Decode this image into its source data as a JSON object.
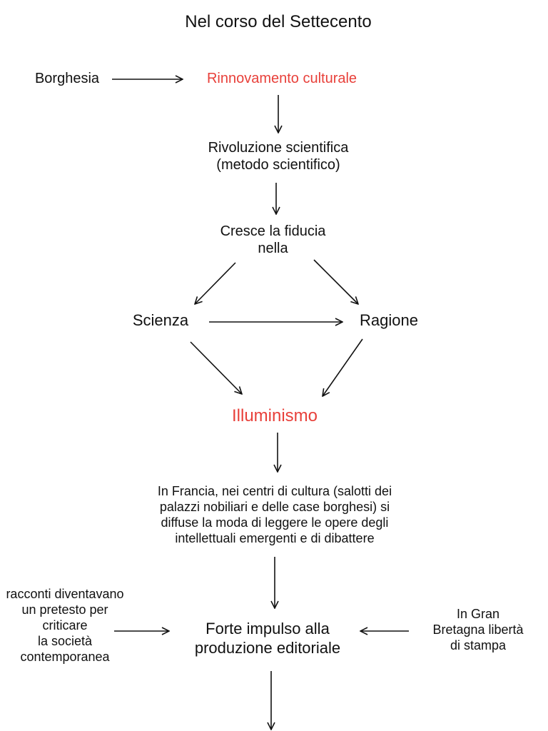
{
  "title": "Nel corso del Settecento",
  "nodes": {
    "borghesia": "Borghesia",
    "rinnovamento": "Rinnovamento culturale",
    "rivoluzione": "Rivoluzione scientifica\n(metodo scientifico)",
    "fiducia": "Cresce la fiducia\nnella",
    "scienza": "Scienza",
    "ragione": "Ragione",
    "illuminismo": "Illuminismo",
    "francia": "In Francia, nei centri di cultura (salotti dei\npalazzi nobiliari e delle case borghesi) si\ndiffuse la moda di leggere le opere degli\nintellettuali emergenti e di dibattere",
    "racconti": "racconti diventavano\nun pretesto per\ncriticare\nla società\ncontemporanea",
    "forte": "Forte impulso alla\nproduzione editoriale",
    "granbretagna": "In Gran\nBretagna libertà\ndi stampa"
  },
  "colors": {
    "highlight": "#e8403a",
    "text": "#111111",
    "arrow": "#111111"
  }
}
